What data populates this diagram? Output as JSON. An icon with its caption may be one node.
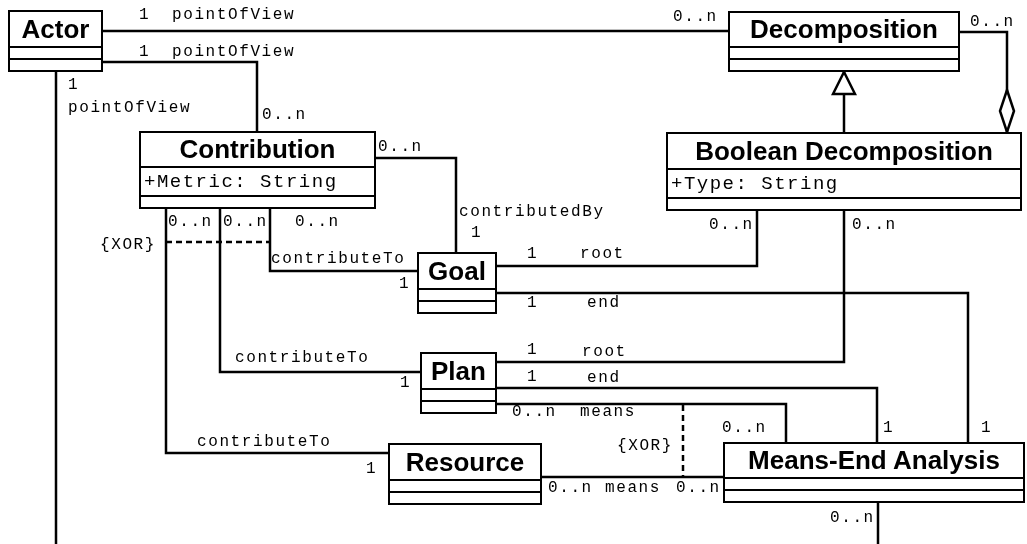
{
  "diagram": {
    "nodes": [
      {
        "text": [
          "Actor"
        ]
      },
      {
        "text": [
          "Decomposition"
        ]
      },
      {
        "text": [
          "Contribution",
          "+Metric: String"
        ]
      },
      {
        "text": [
          "Boolean Decomposition",
          "+Type: String"
        ]
      },
      {
        "text": [
          "Goal"
        ]
      },
      {
        "text": [
          "Plan"
        ]
      },
      {
        "text": [
          "Resource"
        ]
      },
      {
        "text": [
          "Means-End Analysis"
        ]
      }
    ],
    "edges": [
      {
        "from": 0,
        "to": 1,
        "arrow": "none",
        "label": "pointOfView"
      },
      {
        "from": 0,
        "to": 2,
        "arrow": "none",
        "label": "pointOfView"
      },
      {
        "from": 0,
        "to": 7,
        "arrow": "none",
        "label": "pointOfView"
      },
      {
        "from": 2,
        "to": 4,
        "arrow": "none",
        "label": "contributedBy"
      },
      {
        "from": 2,
        "to": 4,
        "arrow": "none",
        "label": "contributeTo"
      },
      {
        "from": 2,
        "to": 5,
        "arrow": "none",
        "label": "contributeTo"
      },
      {
        "from": 2,
        "to": 6,
        "arrow": "none",
        "label": "contributeTo"
      },
      {
        "from": 4,
        "to": 3,
        "arrow": "none",
        "label": "root"
      },
      {
        "from": 4,
        "to": 7,
        "arrow": "none",
        "label": "end"
      },
      {
        "from": 5,
        "to": 3,
        "arrow": "none",
        "label": "root"
      },
      {
        "from": 5,
        "to": 7,
        "arrow": "none",
        "label": "end"
      },
      {
        "from": 5,
        "to": 7,
        "arrow": "none",
        "label": "means"
      },
      {
        "from": 6,
        "to": 7,
        "arrow": "none",
        "label": "means"
      },
      {
        "from": 3,
        "to": 1,
        "arrow": "to"
      },
      {
        "from": 1,
        "to": 3,
        "arrow": "other"
      }
    ],
    "labels": [
      "1",
      "0..n",
      "0..n",
      "1",
      "1",
      "0..n",
      "0..n",
      "0..n",
      "0..n",
      "0..n",
      "0..n",
      "0..n",
      "1",
      "{XOR}",
      "1",
      "1",
      "1",
      "1",
      "1",
      "1",
      "0..n",
      "0..n",
      "1",
      "1",
      "{XOR}",
      "1",
      "0..n",
      "0..n",
      "0..n"
    ]
  }
}
